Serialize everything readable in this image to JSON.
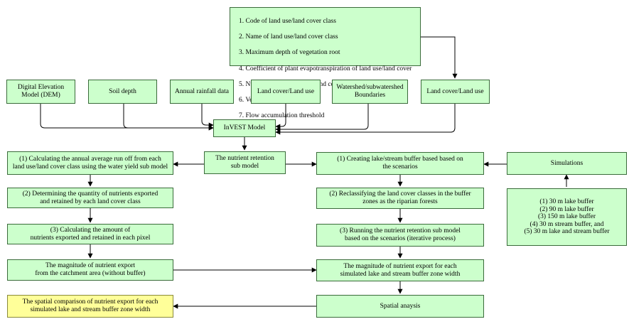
{
  "parameters": [
    "1. Code of land use/land cover class",
    "2. Name of land use/land cover class",
    "3. Maximum depth of vegetation root",
    "4. Coefficient of plant evapotranspiration of land use/land cover",
    "5. Nutrient load of land use/land cover (kg/ha/year)",
    "6. Vegetation filtering value",
    "7. Flow accumulation threshold"
  ],
  "inputs": {
    "dem": "Digital Elevation\nModel (DEM)",
    "soil": "Soil depth",
    "rainfall": "Annual rainfall data",
    "landcover1": "Land cover/Land use",
    "watershed": "Watershed/subwatershed\nBoundaries",
    "landcover2": "Land cover/Land use"
  },
  "model": "InVEST Model",
  "submodel": "The nutrient retention\nsub model",
  "left_steps": [
    "(1) Calculating the annual average run off from each\nland use/land cover class using the water yield sub model",
    "(2) Determining the quantity of nutrients exported\nand retained by each land cover class",
    "(3) Calculating the amount of\nnutrients exported and retained in each pixel",
    "The magnitude of nutrient export\nfrom the catchment area (without buffer)"
  ],
  "right_steps": [
    "(1) Creating lake/stream buffer based based on\nthe scenarios",
    "(2) Reclassifying the land cover classes in the buffer\nzones as the riparian forests",
    "(3) Running the nutrient retention sub model\nbased on the scenarios (iterative process)",
    "The magnitude  of nutrient export for each\nsimulated lake and stream buffer zone width"
  ],
  "simulations_title": "Simulations",
  "simulations": [
    "(1) 30 m lake buffer",
    "(2) 90 m lake buffer",
    "(3) 150 m lake buffer",
    "(4) 30 m stream buffer, and",
    "(5) 30 m lake and stream buffer"
  ],
  "spatial_analysis": "Spatial anaysis",
  "result": "The spatial comparison of nutrient export for each\nsimulated lake and stream buffer zone width",
  "colors": {
    "box_fill": "#ccffcc",
    "result_fill": "#ffff99",
    "line": "#000000"
  }
}
